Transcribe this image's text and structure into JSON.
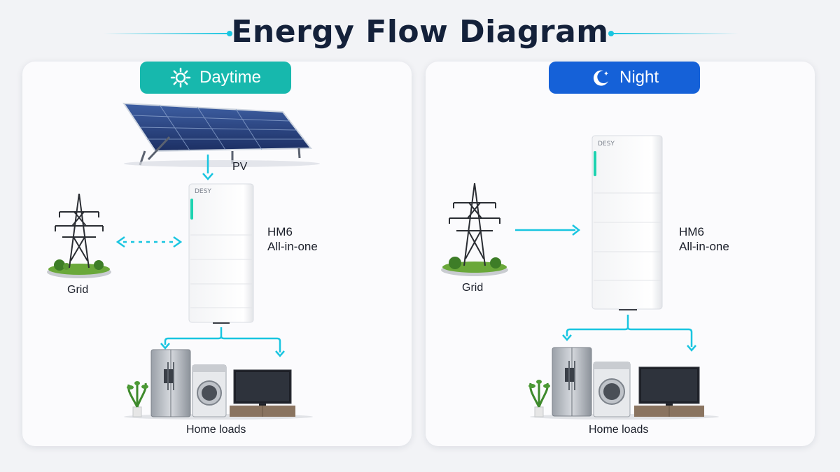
{
  "title": "Energy Flow Diagram",
  "colors": {
    "accent": "#19c5e0",
    "day_pill": "#17b8ad",
    "night_pill": "#1561d8",
    "title": "#14213a"
  },
  "panels": {
    "day": {
      "mode_label": "Daytime",
      "mode_icon": "sun-icon",
      "pv_label": "PV",
      "grid_label": "Grid",
      "unit_name": "HM6",
      "unit_sub": "All-in-one",
      "loads_label": "Home loads",
      "brand": "DESY"
    },
    "night": {
      "mode_label": "Night",
      "mode_icon": "moon-icon",
      "grid_label": "Grid",
      "unit_name": "HM6",
      "unit_sub": "All-in-one",
      "loads_label": "Home loads",
      "brand": "DESY"
    }
  }
}
